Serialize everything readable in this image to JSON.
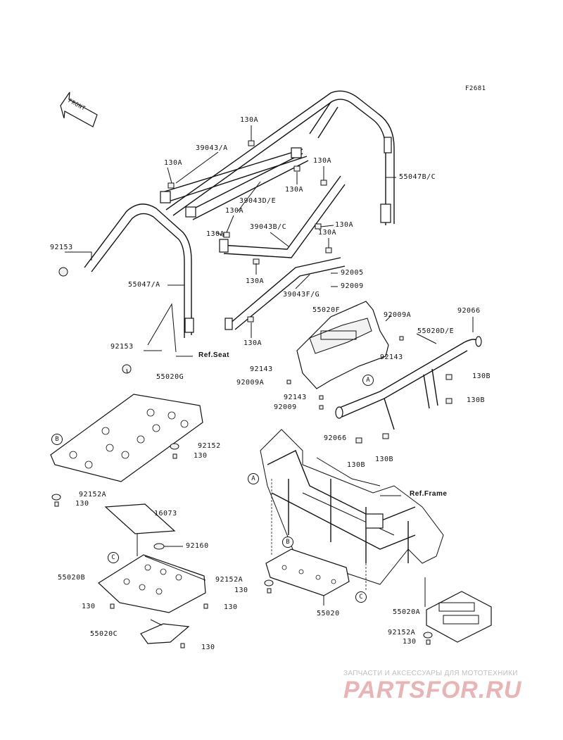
{
  "figure_code": "F2681",
  "front_arrow_label": "FRONT",
  "callouts": [
    {
      "id": "c-130a-top",
      "text": "130A"
    },
    {
      "id": "c-39043a",
      "text": "39043/A"
    },
    {
      "id": "c-130a-left",
      "text": "130A"
    },
    {
      "id": "c-130a-right",
      "text": "130A"
    },
    {
      "id": "c-130a-mid",
      "text": "130A"
    },
    {
      "id": "c-55047bc",
      "text": "55047B/C"
    },
    {
      "id": "c-39043de",
      "text": "39043D/E"
    },
    {
      "id": "c-130a-a",
      "text": "130A"
    },
    {
      "id": "c-130a-b",
      "text": "130A"
    },
    {
      "id": "c-39043bc",
      "text": "39043B/C"
    },
    {
      "id": "c-130a-c",
      "text": "130A"
    },
    {
      "id": "c-130a-d",
      "text": "130A"
    },
    {
      "id": "c-92153-top",
      "text": "92153"
    },
    {
      "id": "c-130a-e",
      "text": "130A"
    },
    {
      "id": "c-92005",
      "text": "92005"
    },
    {
      "id": "c-55047a",
      "text": "55047/A"
    },
    {
      "id": "c-39043fg",
      "text": "39043F/G"
    },
    {
      "id": "c-92009",
      "text": "92009"
    },
    {
      "id": "c-55020f",
      "text": "55020F"
    },
    {
      "id": "c-92009a-top",
      "text": "92009A"
    },
    {
      "id": "c-92066-top",
      "text": "92066"
    },
    {
      "id": "c-55020de",
      "text": "55020D/E"
    },
    {
      "id": "c-130a-f",
      "text": "130A"
    },
    {
      "id": "c-92153-bot",
      "text": "92153"
    },
    {
      "id": "c-refseat",
      "text": "Ref.Seat"
    },
    {
      "id": "c-92143-r",
      "text": "92143"
    },
    {
      "id": "c-92143-l",
      "text": "92143"
    },
    {
      "id": "c-92009a-l",
      "text": "92009A"
    },
    {
      "id": "c-130b-1",
      "text": "130B"
    },
    {
      "id": "c-55020g",
      "text": "55020G"
    },
    {
      "id": "c-92143-m",
      "text": "92143"
    },
    {
      "id": "c-92009-m",
      "text": "92009"
    },
    {
      "id": "c-130b-2",
      "text": "130B"
    },
    {
      "id": "c-92066-bot",
      "text": "92066"
    },
    {
      "id": "c-92152",
      "text": "92152"
    },
    {
      "id": "c-130-a",
      "text": "130"
    },
    {
      "id": "c-130b-3",
      "text": "130B"
    },
    {
      "id": "c-130b-4",
      "text": "130B"
    },
    {
      "id": "c-92152a-l",
      "text": "92152A"
    },
    {
      "id": "c-130-b",
      "text": "130"
    },
    {
      "id": "c-refframe",
      "text": "Ref.Frame"
    },
    {
      "id": "c-16073",
      "text": "16073"
    },
    {
      "id": "c-92160",
      "text": "92160"
    },
    {
      "id": "c-55020b",
      "text": "55020B"
    },
    {
      "id": "c-92152a-m",
      "text": "92152A"
    },
    {
      "id": "c-130-c",
      "text": "130"
    },
    {
      "id": "c-130-d",
      "text": "130"
    },
    {
      "id": "c-130-e",
      "text": "130"
    },
    {
      "id": "c-55020",
      "text": "55020"
    },
    {
      "id": "c-55020a",
      "text": "55020A"
    },
    {
      "id": "c-55020c",
      "text": "55020C"
    },
    {
      "id": "c-92152a-r",
      "text": "92152A"
    },
    {
      "id": "c-130-f",
      "text": "130"
    },
    {
      "id": "c-130-g",
      "text": "130"
    }
  ],
  "ref_circles": [
    {
      "id": "ref-a-1",
      "text": "A"
    },
    {
      "id": "ref-a-2",
      "text": "A"
    },
    {
      "id": "ref-b-1",
      "text": "B"
    },
    {
      "id": "ref-b-2",
      "text": "B"
    },
    {
      "id": "ref-c-1",
      "text": "C"
    },
    {
      "id": "ref-c-2",
      "text": "C"
    }
  ],
  "watermark": {
    "tagline": "ЗАПЧАСТИ И АКСЕССУАРЫ ДЛЯ МОТОТЕХНИКИ",
    "logo": "PARTSFOR.RU"
  }
}
